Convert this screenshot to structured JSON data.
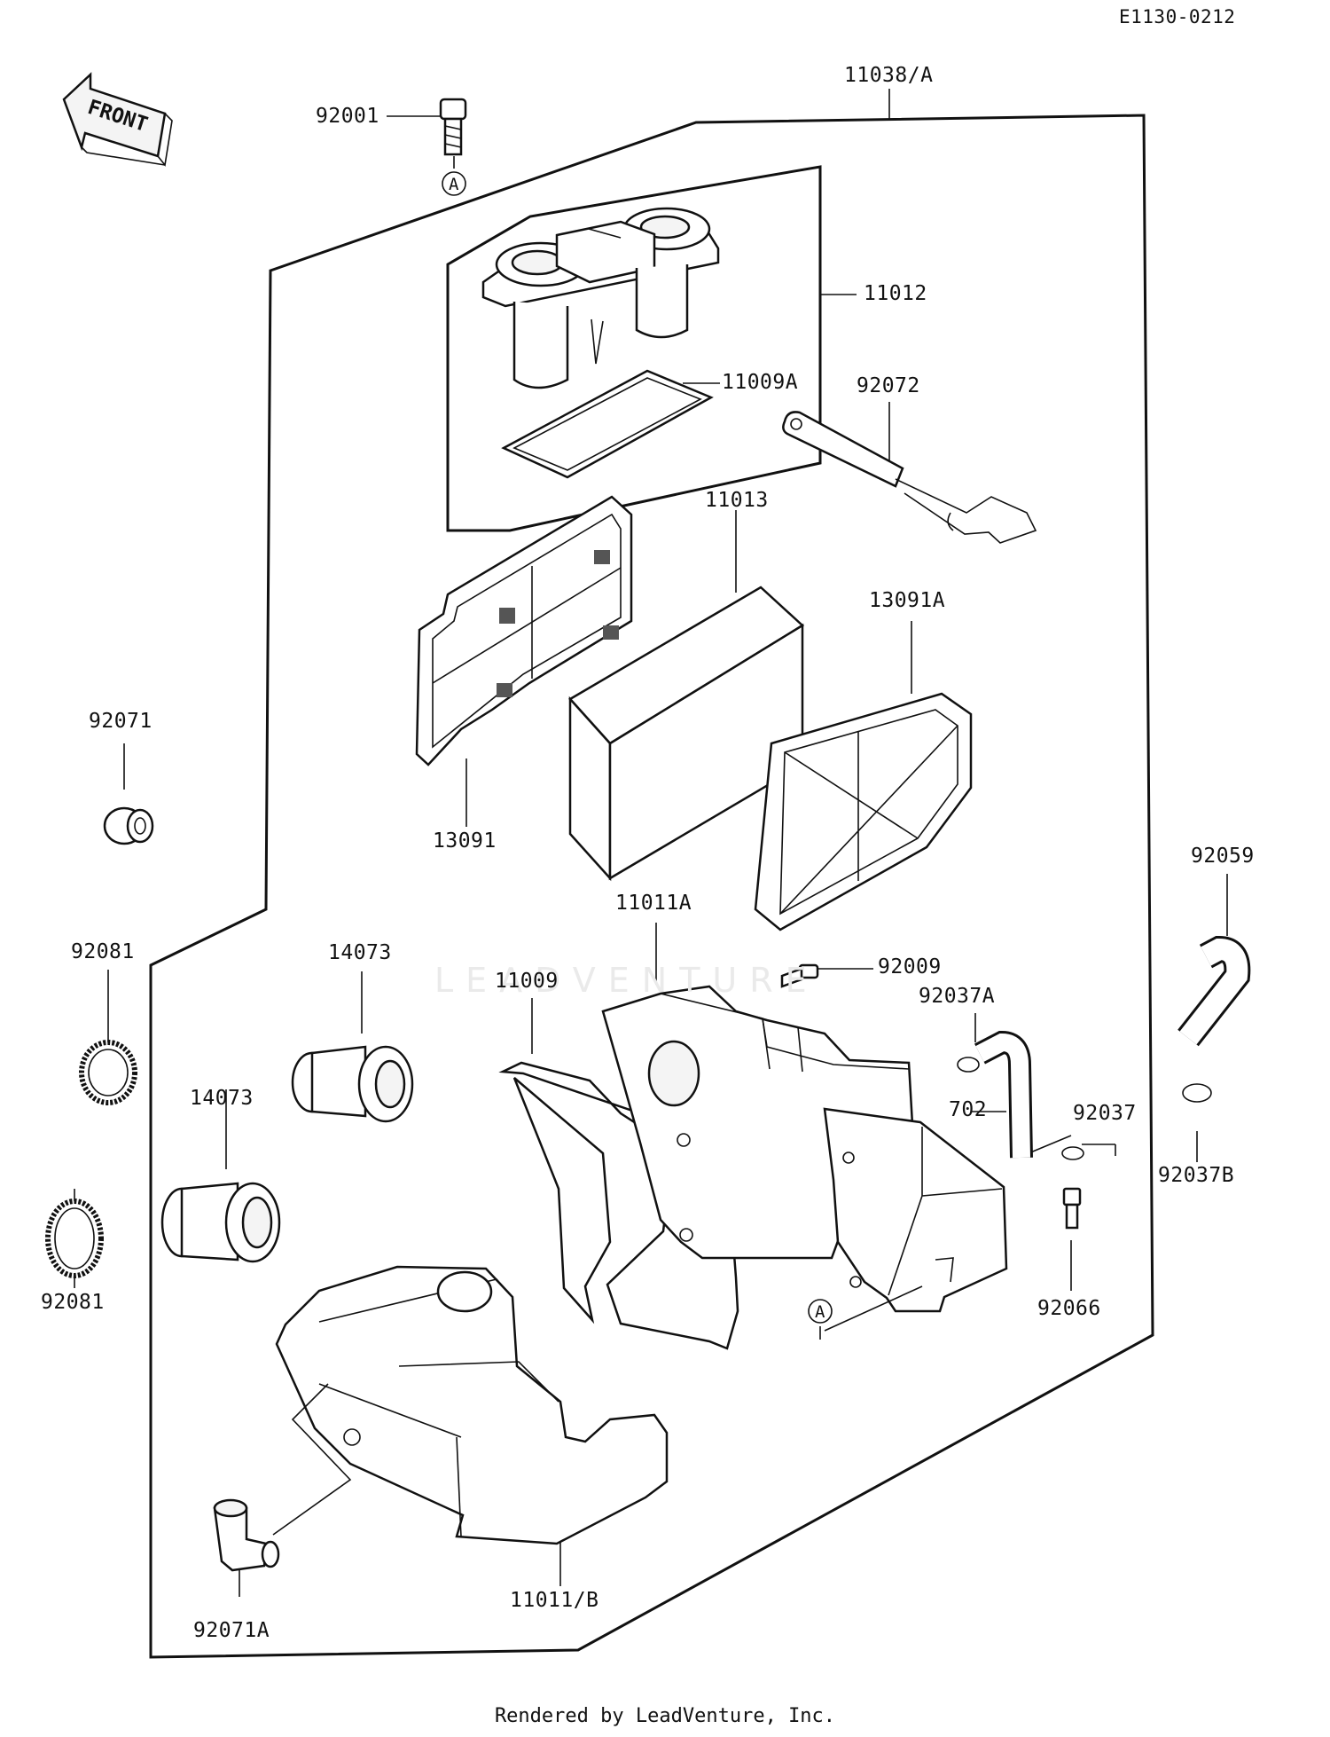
{
  "drawing_code": "E1130-0212",
  "front_label": "FRONT",
  "watermark": "LEADVENTURE",
  "footer": "Rendered by LeadVenture, Inc.",
  "marker": "A",
  "parts": {
    "p11038A": "11038/A",
    "p92001": "92001",
    "p11012": "11012",
    "p11009A": "11009A",
    "p92072": "92072",
    "p11013": "11013",
    "p13091A": "13091A",
    "p92071": "92071",
    "p13091": "13091",
    "p92059": "92059",
    "p11011A": "11011A",
    "p92081_top": "92081",
    "p14073_top": "14073",
    "p11009": "11009",
    "p92009": "92009",
    "p92037A": "92037A",
    "p14073_bottom": "14073",
    "p702": "702",
    "p92037": "92037",
    "p92037B": "92037B",
    "p92081_bottom": "92081",
    "p92066": "92066",
    "p11011B": "11011/B",
    "p92071A": "92071A"
  }
}
